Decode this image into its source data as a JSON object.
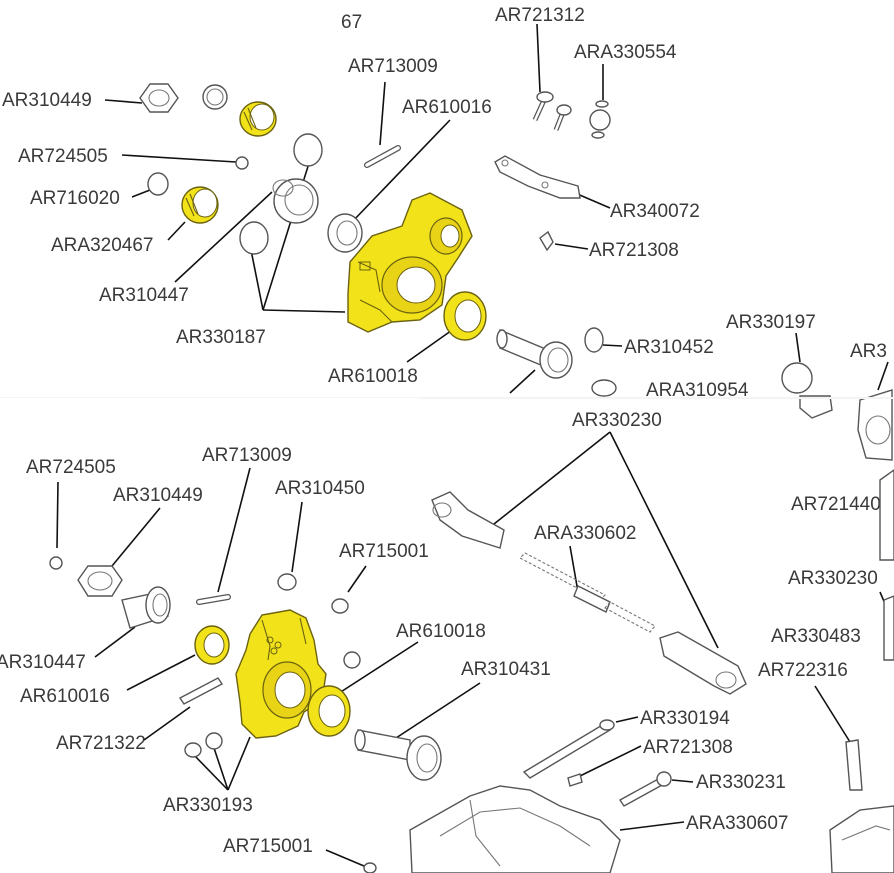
{
  "page_number": "67",
  "upper_labels": {
    "ar721312": "AR721312",
    "ara330554": "ARA330554",
    "ar713009": "AR713009",
    "ar310449": "AR310449",
    "ar610016": "AR610016",
    "ar724505": "AR724505",
    "ar716020": "AR716020",
    "ara320467": "ARA320467",
    "ar310447": "AR310447",
    "ar330187": "AR330187",
    "ar340072": "AR340072",
    "ar721308": "AR721308",
    "ar610018": "AR610018",
    "ar330197": "AR330197",
    "ar310452": "AR310452",
    "ara310954": "ARA310954",
    "ar3_cut": "AR3"
  },
  "lower_labels": {
    "ar330230": "AR330230",
    "ar724505": "AR724505",
    "ar713009": "AR713009",
    "ar310449": "AR310449",
    "ar310450": "AR310450",
    "ar721440_cut": "AR721440",
    "ara330602": "ARA330602",
    "ar715001": "AR715001",
    "ar330230_right": "AR330230",
    "ar610018": "AR610018",
    "ar330483": "AR330483",
    "ar310447": "AR310447",
    "ar722316": "AR722316",
    "ar610016": "AR610016",
    "ar310431": "AR310431",
    "ar721322": "AR721322",
    "ar330194": "AR330194",
    "ar721308": "AR721308",
    "ar330231": "AR330231",
    "ar330193": "AR330193",
    "ara330607": "ARA330607",
    "ar715001_bottom": "AR715001"
  },
  "colors": {
    "highlight": "#f2e21a",
    "outline": "#555555",
    "leader": "#111111",
    "text": "#3a3a3a"
  }
}
